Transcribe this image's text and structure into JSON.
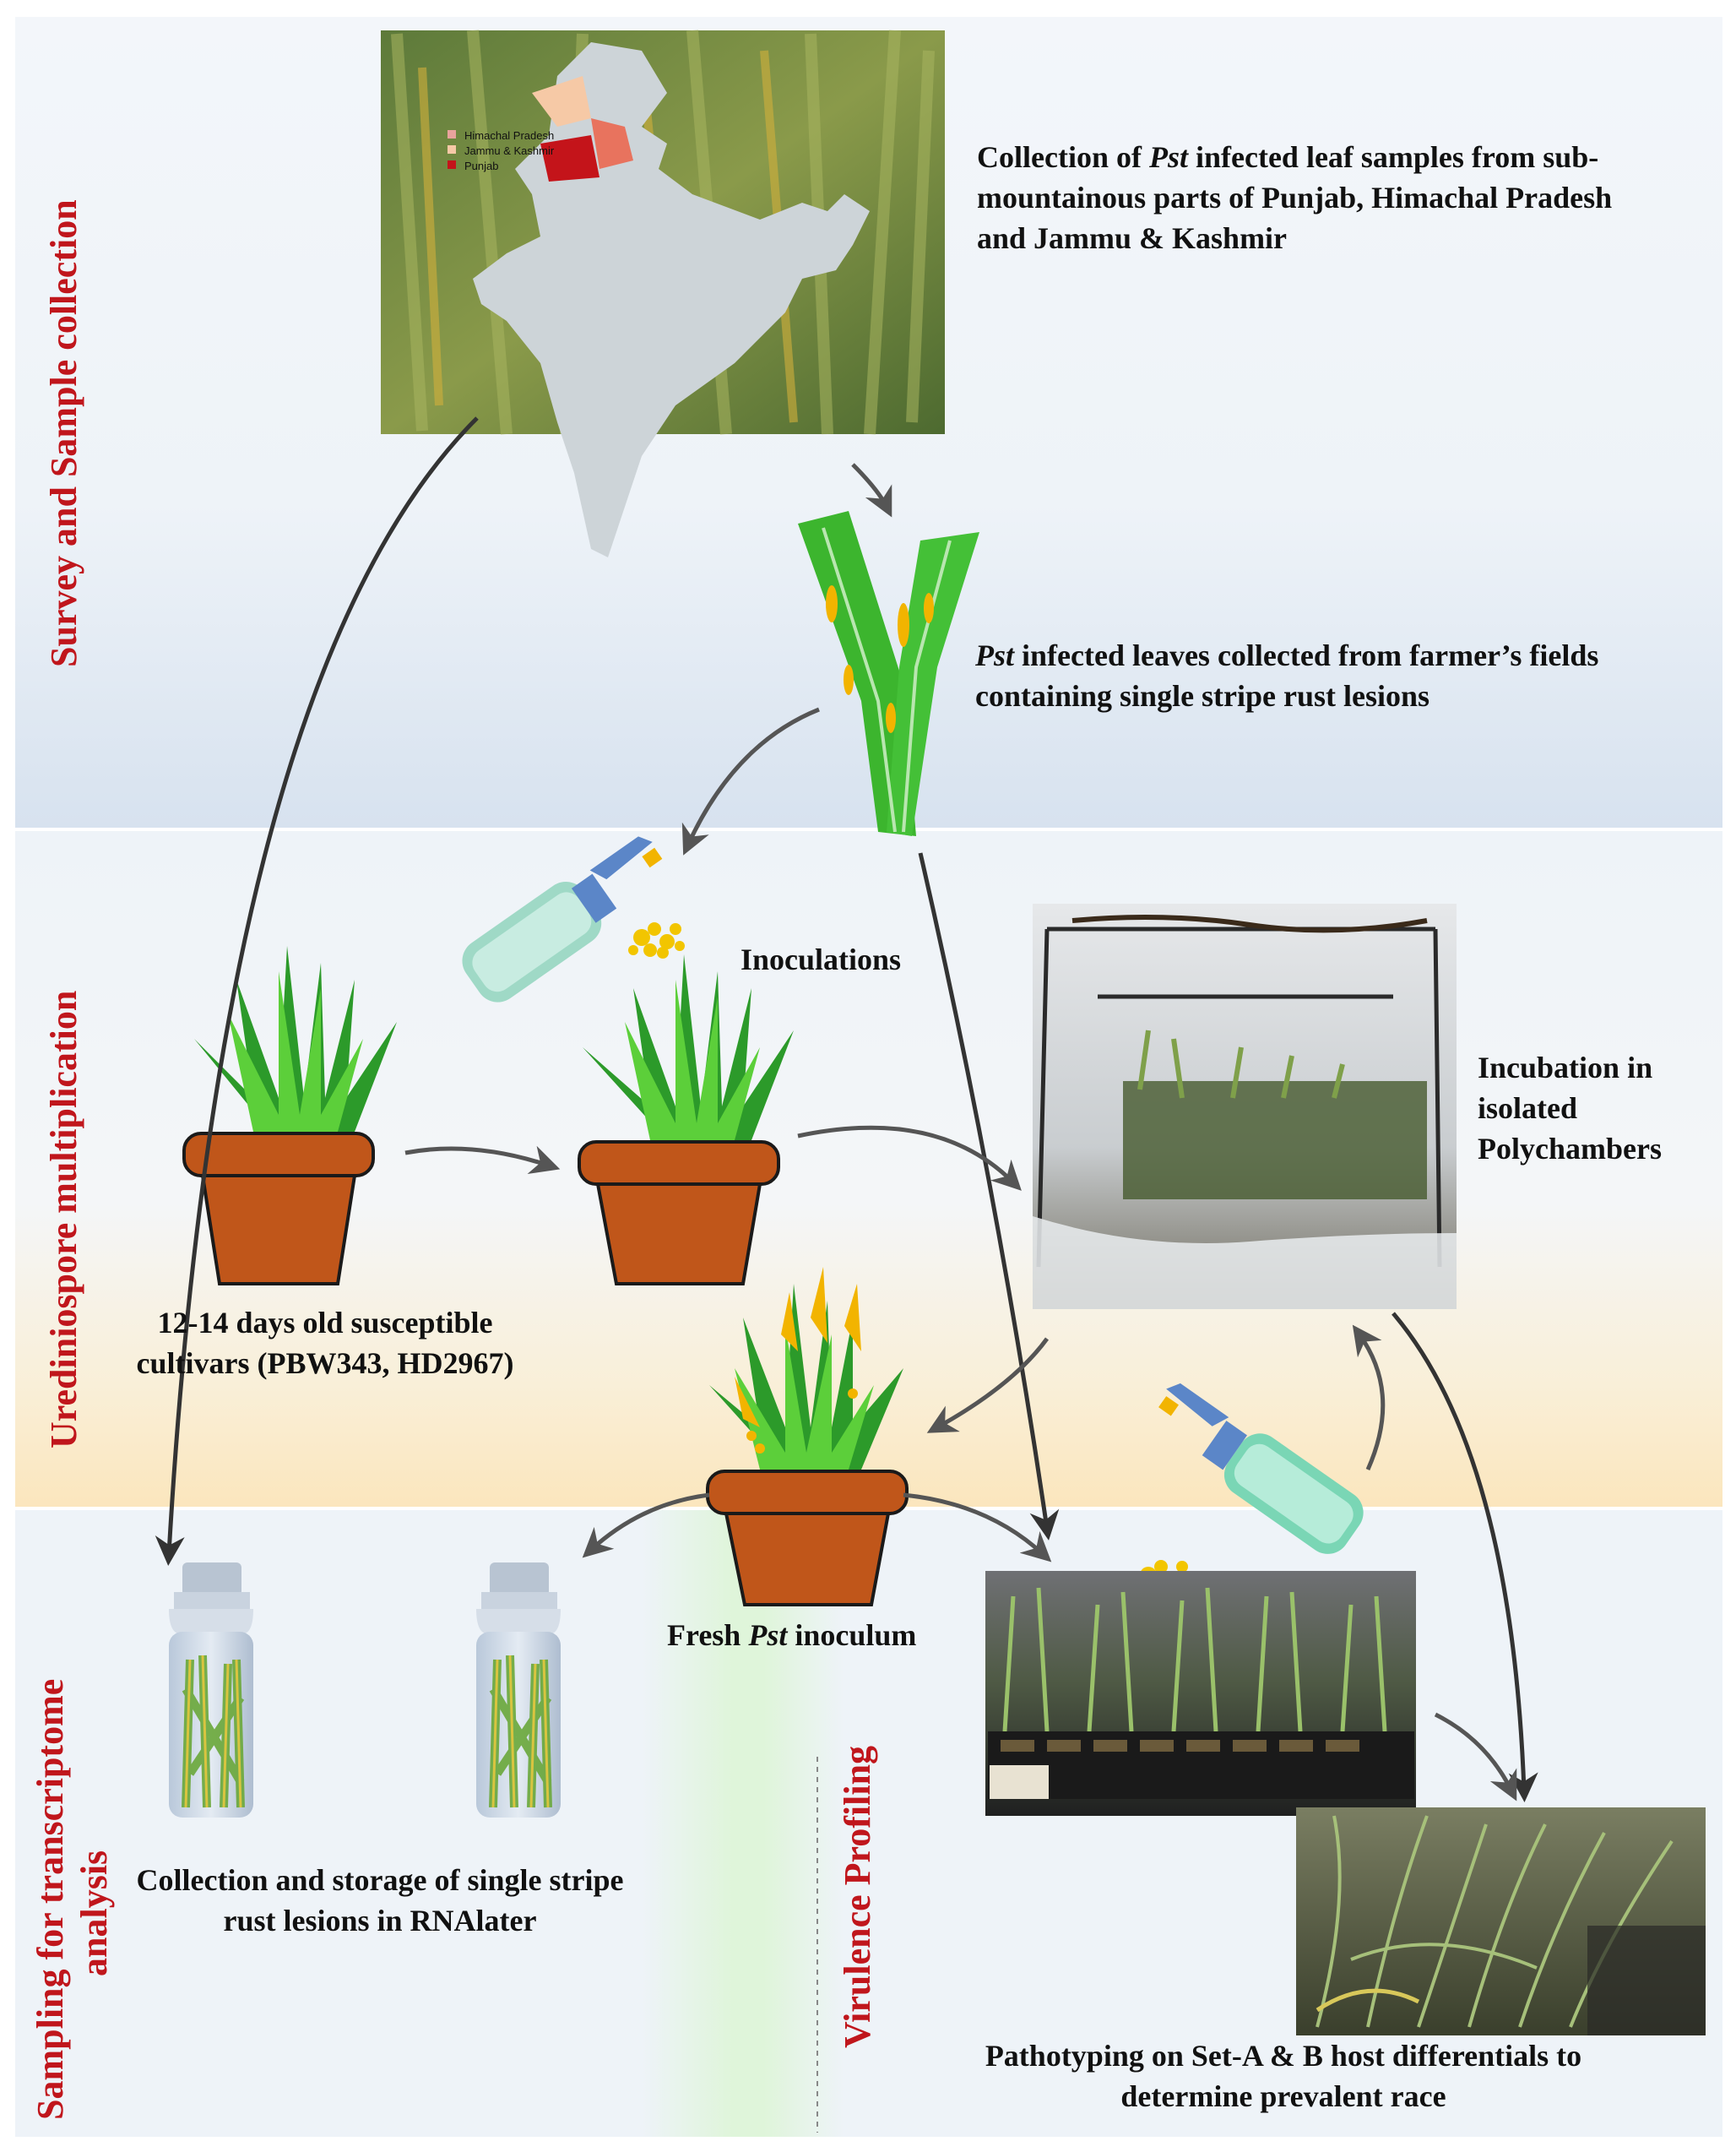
{
  "sections": {
    "survey": "Survey and Sample collection",
    "multiplication": "Urediniospore multiplication",
    "sampling_line1": "Sampling for transcriptome",
    "sampling_line2": "analysis",
    "virulence": "Virulence Profiling"
  },
  "map_legend": [
    {
      "label": "Himachal Pradesh",
      "color": "#e8a39c"
    },
    {
      "label": "Jammu & Kashmir",
      "color": "#f6c9a6"
    },
    {
      "label": "Punjab",
      "color": "#c4141a"
    }
  ],
  "labels": {
    "collection": {
      "prefix": "Collection of ",
      "pst": "Pst",
      "suffix": " infected leaf samples from sub-mountainous parts of Punjab, Himachal Pradesh and Jammu & Kashmir"
    },
    "infected_leaves": {
      "pst": "Pst",
      "suffix": " infected leaves collected from farmer’s fields containing single stripe rust lesions"
    },
    "inoculations": "Inoculations",
    "incubation": "Incubation in isolated Polychambers",
    "cultivars": "12-14 days old susceptible cultivars (PBW343, HD2967)",
    "fresh_inoculum": {
      "prefix": "Fresh ",
      "pst": "Pst",
      "suffix": " inoculum"
    },
    "storage": "Collection and storage of single stripe rust lesions in RNAlater",
    "pathotyping": "Pathotyping on Set-A & B host differentials to determine prevalent race"
  },
  "colors": {
    "section_title": "#c0161c",
    "pot": "#c0561a",
    "leaf": "#3cb52e",
    "spore": "#f2c500"
  }
}
